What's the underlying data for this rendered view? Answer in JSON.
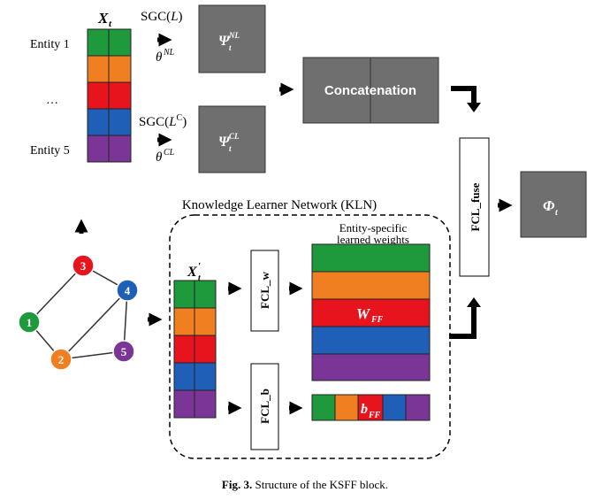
{
  "colors": {
    "green": "#1e9a3c",
    "orange": "#f07f22",
    "red": "#e8141d",
    "blue": "#1f5fb8",
    "purple": "#7a3596",
    "box_gray": "#6f6f6f"
  },
  "input": {
    "title": "X_t",
    "entity_first": "Entity 1",
    "ellipsis": "…",
    "entity_last": "Entity 5"
  },
  "sgc": {
    "nl_op": "SGC(L)",
    "nl_param": "θ^NL",
    "nl_output": "Ψ_t^NL",
    "cl_op": "SGC(L^C)",
    "cl_param": "θ^CL",
    "cl_output": "Ψ_t^CL"
  },
  "concat_label": "Concatenation",
  "fuse_label": "FCL_fuse",
  "output_label": "Φ_t",
  "kln": {
    "title": "Knowledge Learner Network (KLN)",
    "input_title": "X'_t",
    "fcl_w": "FCL_w",
    "fcl_b": "FCL_b",
    "weights_caption_line1": "Entity-specific",
    "weights_caption_line2": "learned weights",
    "weight_label": "W_FF",
    "bias_label": "b_FF"
  },
  "graph": {
    "nodes": [
      "1",
      "2",
      "3",
      "4",
      "5"
    ]
  },
  "caption": {
    "bold": "Fig. 3.",
    "text": " Structure of the KSFF block."
  }
}
